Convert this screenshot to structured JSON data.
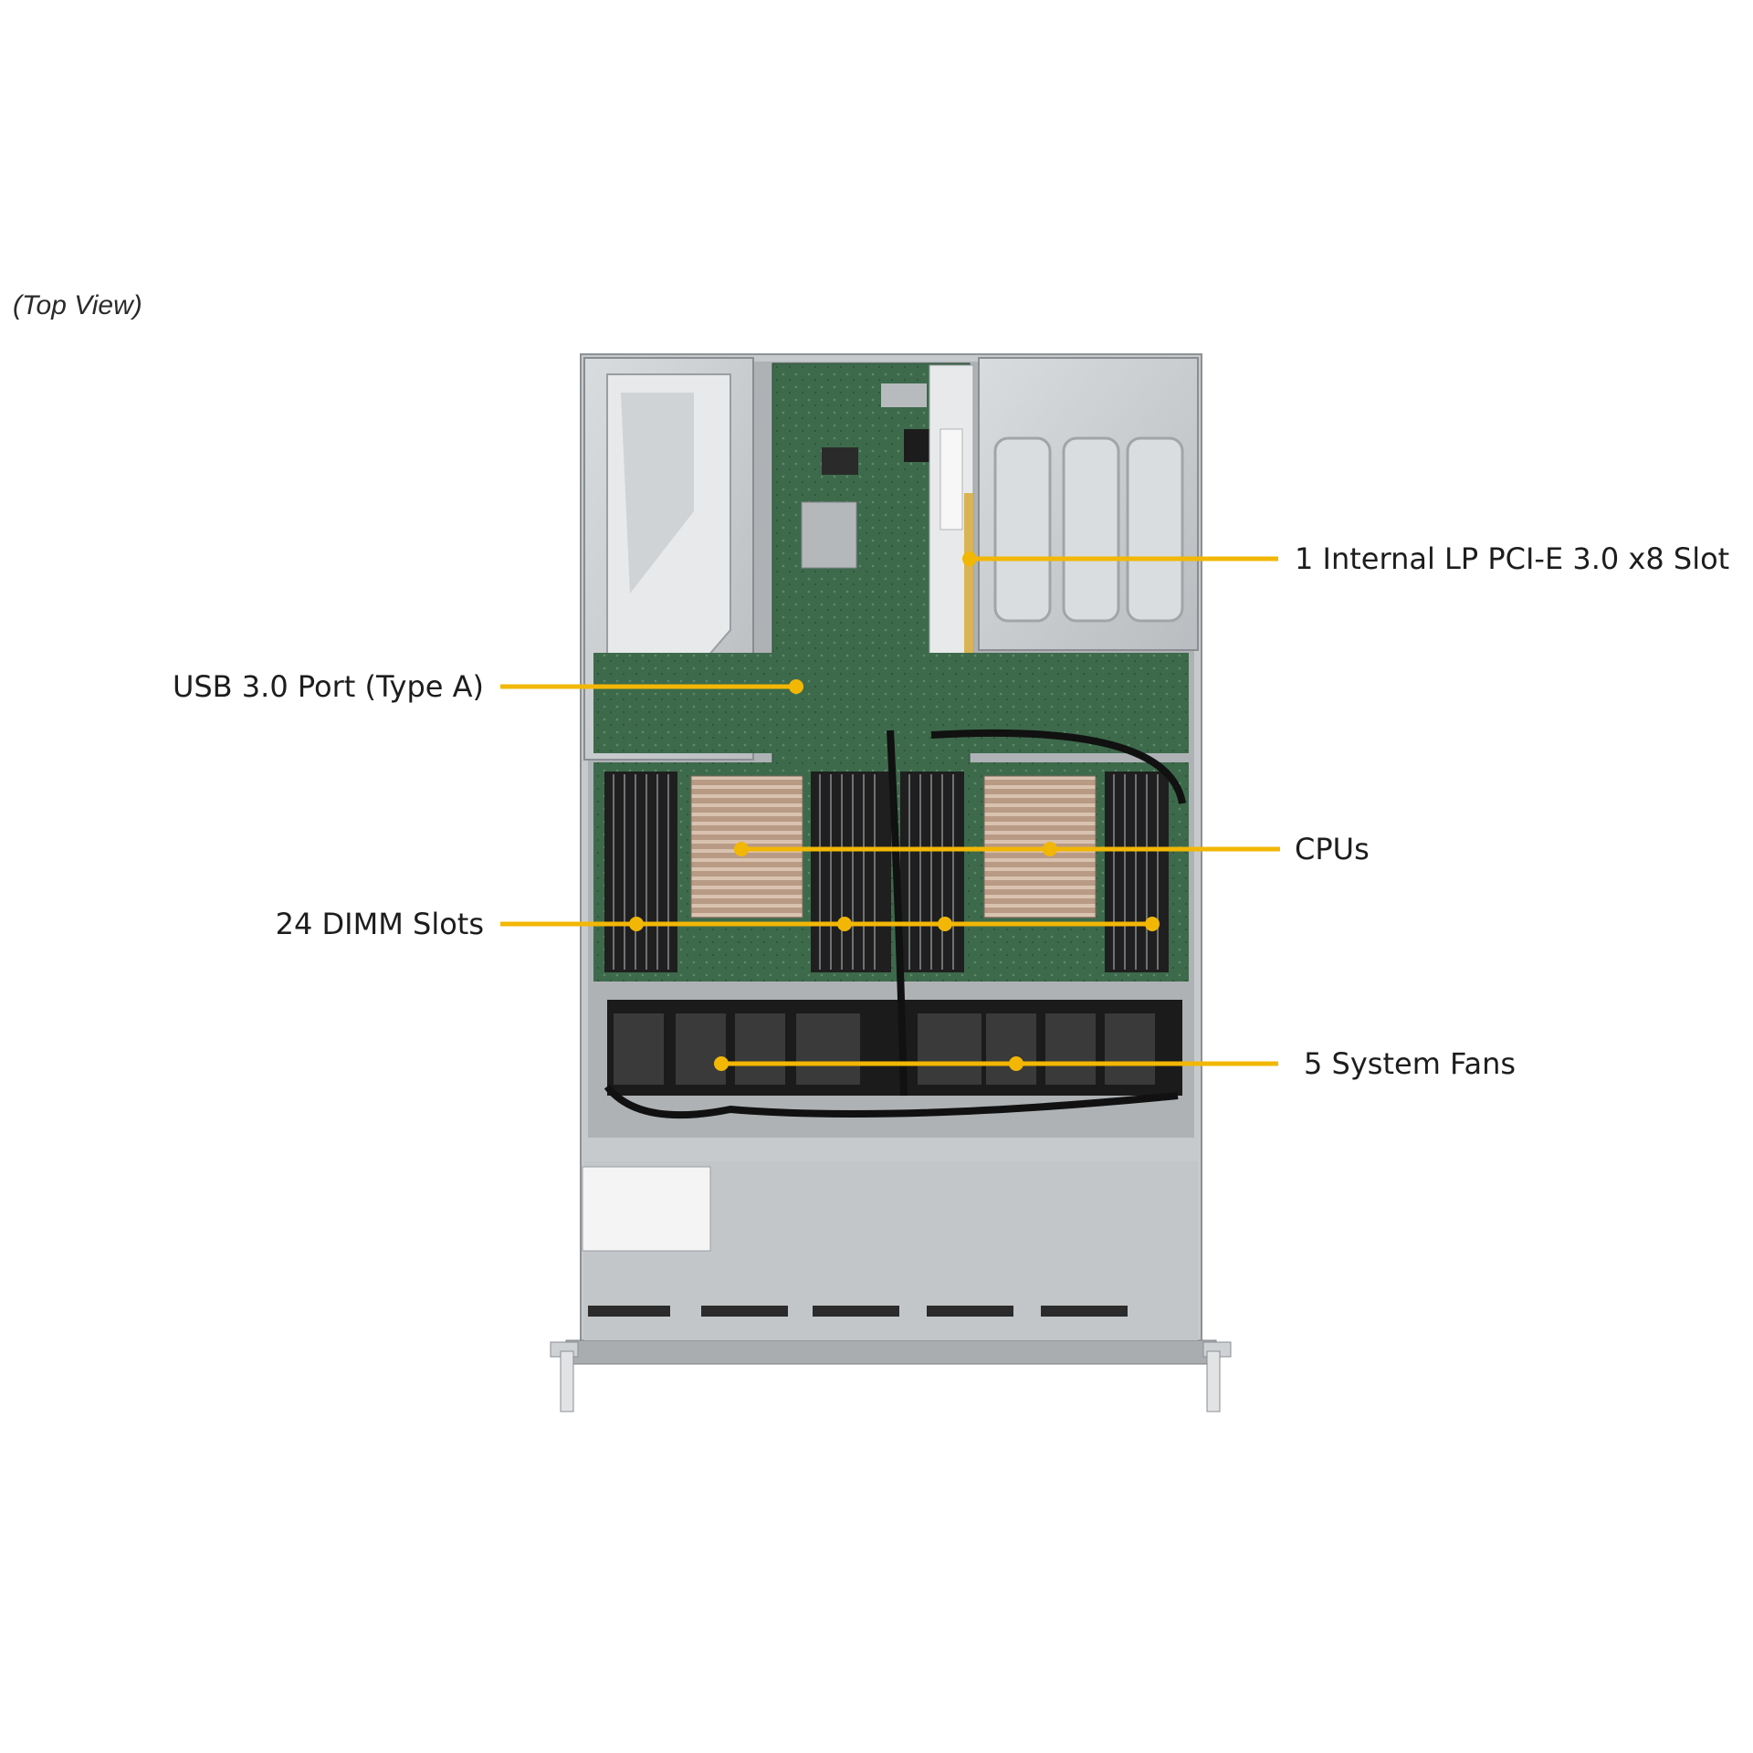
{
  "view_title": "(Top View)",
  "accent_color": "#f2b705",
  "callouts": [
    {
      "id": "pcie",
      "label": "1 Internal LP PCI-E 3.0 x8 Slot"
    },
    {
      "id": "usb",
      "label": "USB 3.0 Port (Type A)"
    },
    {
      "id": "cpus",
      "label": "CPUs"
    },
    {
      "id": "dimm",
      "label": "24 DIMM Slots"
    },
    {
      "id": "fans",
      "label": "5 System Fans"
    }
  ]
}
